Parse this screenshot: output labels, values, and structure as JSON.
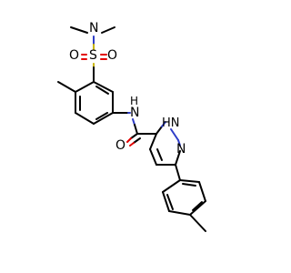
{
  "atoms": {
    "n_sulfonamide": "N",
    "s_sulfonyl": "S",
    "o_left": "O",
    "o_right": "O",
    "n_amide": "N",
    "h_amide": "H",
    "o_carbonyl": "O",
    "nh_pyrazole": "HN",
    "n_pyrazole": "N"
  },
  "colors": {
    "carbon": "#000000",
    "nitrogen": "#2f3ec8",
    "oxygen": "#e30000",
    "sulfur": "#c8b400"
  }
}
